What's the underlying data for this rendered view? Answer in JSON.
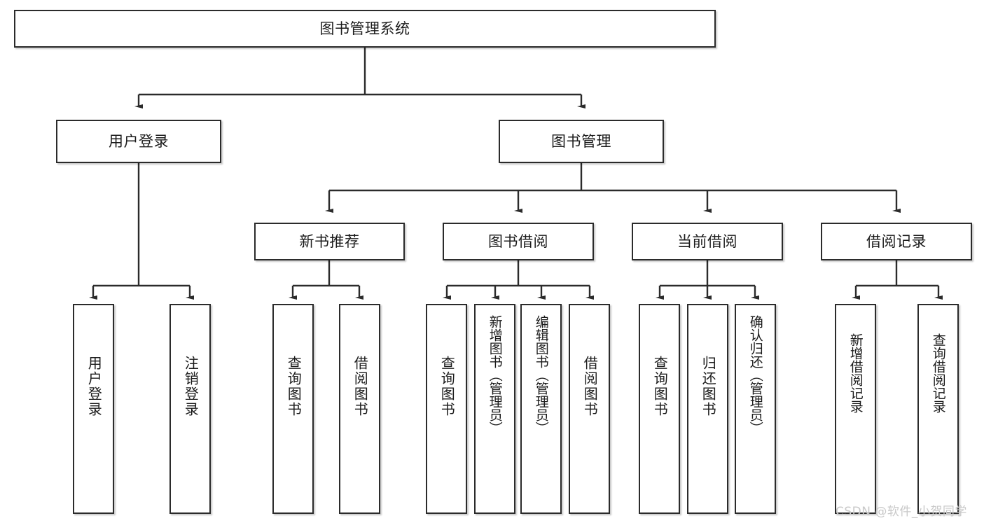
{
  "diagram": {
    "title": "图书管理系统",
    "type": "tree",
    "watermark": "CSDN @软件_小贺同学",
    "colors": {
      "box_border": "#2b2b2b",
      "box_fill": "#ffffff",
      "connector": "#2b2b2b",
      "watermark": "#c9c9c9",
      "background": "#ffffff"
    },
    "levels": {
      "root": {
        "label": "图书管理系统"
      },
      "level2": [
        {
          "id": "user-login",
          "label": "用户登录"
        },
        {
          "id": "book-management",
          "label": "图书管理"
        }
      ],
      "level3": [
        {
          "id": "new-book-recommend",
          "label": "新书推荐",
          "parent": "book-management"
        },
        {
          "id": "book-borrow",
          "label": "图书借阅",
          "parent": "book-management"
        },
        {
          "id": "current-borrow",
          "label": "当前借阅",
          "parent": "book-management"
        },
        {
          "id": "borrow-record",
          "label": "借阅记录",
          "parent": "book-management"
        }
      ],
      "leaves": [
        {
          "id": "leaf-user-login",
          "label": "用户登录",
          "parent": "user-login"
        },
        {
          "id": "leaf-user-logout",
          "label": "注销登录",
          "parent": "user-login"
        },
        {
          "id": "leaf-query-book-1",
          "label": "查询图书",
          "parent": "new-book-recommend"
        },
        {
          "id": "leaf-borrow-book-1",
          "label": "借阅图书",
          "parent": "new-book-recommend"
        },
        {
          "id": "leaf-query-book-2",
          "label": "查询图书",
          "parent": "book-borrow"
        },
        {
          "id": "leaf-add-book",
          "label": "新增图书（管理员）",
          "parent": "book-borrow"
        },
        {
          "id": "leaf-edit-book",
          "label": "编辑图书（管理员）",
          "parent": "book-borrow"
        },
        {
          "id": "leaf-borrow-book-2",
          "label": "借阅图书",
          "parent": "book-borrow"
        },
        {
          "id": "leaf-query-book-3",
          "label": "查询图书",
          "parent": "current-borrow"
        },
        {
          "id": "leaf-return-book",
          "label": "归还图书",
          "parent": "current-borrow"
        },
        {
          "id": "leaf-confirm-return",
          "label": "确认归还（管理员）",
          "parent": "current-borrow"
        },
        {
          "id": "leaf-add-record",
          "label": "新增借阅记录",
          "parent": "borrow-record"
        },
        {
          "id": "leaf-query-record",
          "label": "查询借阅记录",
          "parent": "borrow-record"
        }
      ]
    }
  }
}
